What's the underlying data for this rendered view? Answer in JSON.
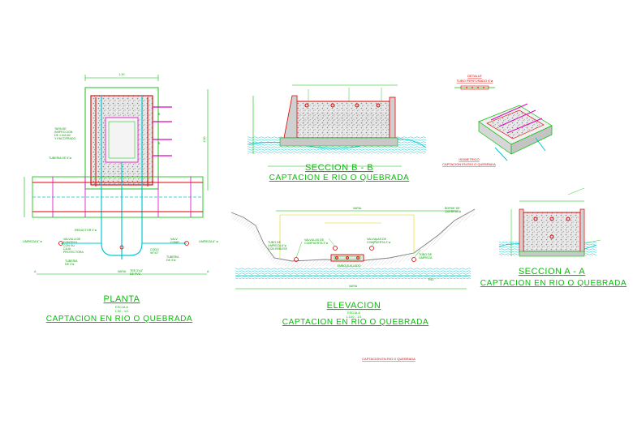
{
  "colors": {
    "outline": "#00c000",
    "cyan": "#00c8d0",
    "red": "#e00000",
    "magenta": "#e000c0",
    "yellow": "#d8d800",
    "concrete": "#b0b0b0"
  },
  "planta": {
    "title": "PLANTA",
    "scale_label": "ESCALA",
    "scale": "1:50 - 1/1",
    "subtitle": "CAPTACION EN RIO O QUEBRADA",
    "dim_top": "1.20",
    "dim_right": "2.00",
    "labels": {
      "tapa": "TAPA DE\nINSPECCION\nDE 1.0x0.80\nY ENCOFRADO",
      "tuberia_left": "TUBERIA DE 6\"ø",
      "limpieza_left": "LIMPIEZA 6\" ø",
      "limpieza_right": "LIMPIEZA 6\" ø",
      "valvula_control": "VALVULA DE\nCONTROL\nCON SU\nCAJA\nPROTECTORA",
      "tuberia_bottom": "TUBERIA\nDE 3\"ø",
      "codo": "CODO\n90°x3\"",
      "valvula_right": "VALV.\nCOMP.",
      "tuberia_right": "TUBERIA\nDE 3\"ø",
      "tee": "TEE 3\"x3\"\nDE PVC",
      "reductor": "REDUCTOR 3\"ø",
      "varia": "VARIA",
      "marker_a": "A",
      "marker_b": "B"
    }
  },
  "seccion_bb": {
    "title": "SECCION B - B",
    "subtitle": "CAPTACION E RIO O QUEBRADA"
  },
  "elevacion": {
    "title": "ELEVACION",
    "scale_label": "ESCALA",
    "scale": "1:100 - 1/1",
    "subtitle": "CAPTACION EN RIO O QUEBRADA",
    "varia_top": "VARIA",
    "varia_bottom": "VARIA",
    "labels": {
      "tubo_limpieza": "TUBO DE\nLIMPIEZA 6\"ø\nCON REBOSE",
      "valvulas_left": "VALVULAS DE\nCOMPUERTA 3\"ø",
      "valvulas_right": "VALVULAS DE\nCOMPUERTA 3\"ø",
      "tubo_right": "TUBO DE\nLIMPIEZA",
      "emboquillado": "EMBOQUILLADO",
      "borde": "BORDE DE\nQUEBRADA",
      "rio": "RIO"
    }
  },
  "detalle": {
    "title": "DETALLE",
    "subtitle": "TUBO PERFORADO 6\"ø",
    "iso_title": "ISOMETRICO",
    "iso_subtitle": "CAPTACION EN RIO O QUEBRADA"
  },
  "seccion_aa": {
    "title": "SECCION A - A",
    "subtitle": "CAPTACION EN RIO O QUEBRADA"
  },
  "footer": {
    "caption": "CAPTACION EN RIO O QUEBRADA"
  }
}
